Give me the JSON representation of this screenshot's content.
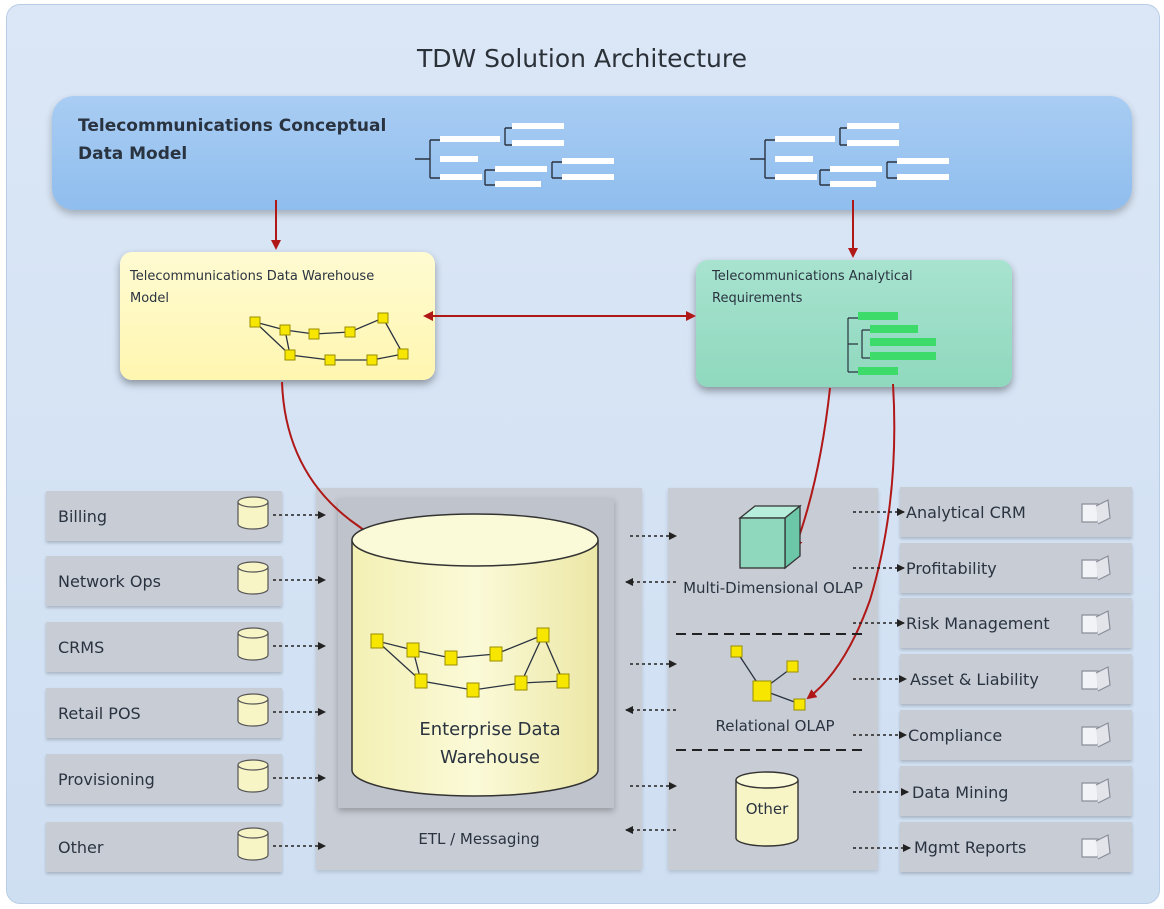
{
  "diagram": {
    "title": "TDW Solution Architecture",
    "conceptual_model": "Telecommunications Conceptual Data Model",
    "dw_model": "Telecommunications Data Warehouse Model",
    "analytical_requirements": "Telecommunications Analytical Requirements",
    "sources": [
      "Billing",
      "Network Ops",
      "CRMS",
      "Retail POS",
      "Provisioning",
      "Other"
    ],
    "edw_label": "Enterprise Data Warehouse",
    "etl_label": "ETL / Messaging",
    "md_olap_label": "Multi-Dimensional OLAP",
    "rel_olap_label": "Relational OLAP",
    "other_store_label": "Other",
    "targets": [
      "Analytical CRM",
      "Profitability",
      "Risk Management",
      "Asset & Liability",
      "Compliance",
      "Data Mining",
      "Mgmt Reports"
    ],
    "colors": {
      "arrow_red": "#b01818",
      "node_yellow": "#f6e600",
      "analytical_green": "#3ddc6a",
      "cube_teal": "#8fd8be"
    }
  }
}
